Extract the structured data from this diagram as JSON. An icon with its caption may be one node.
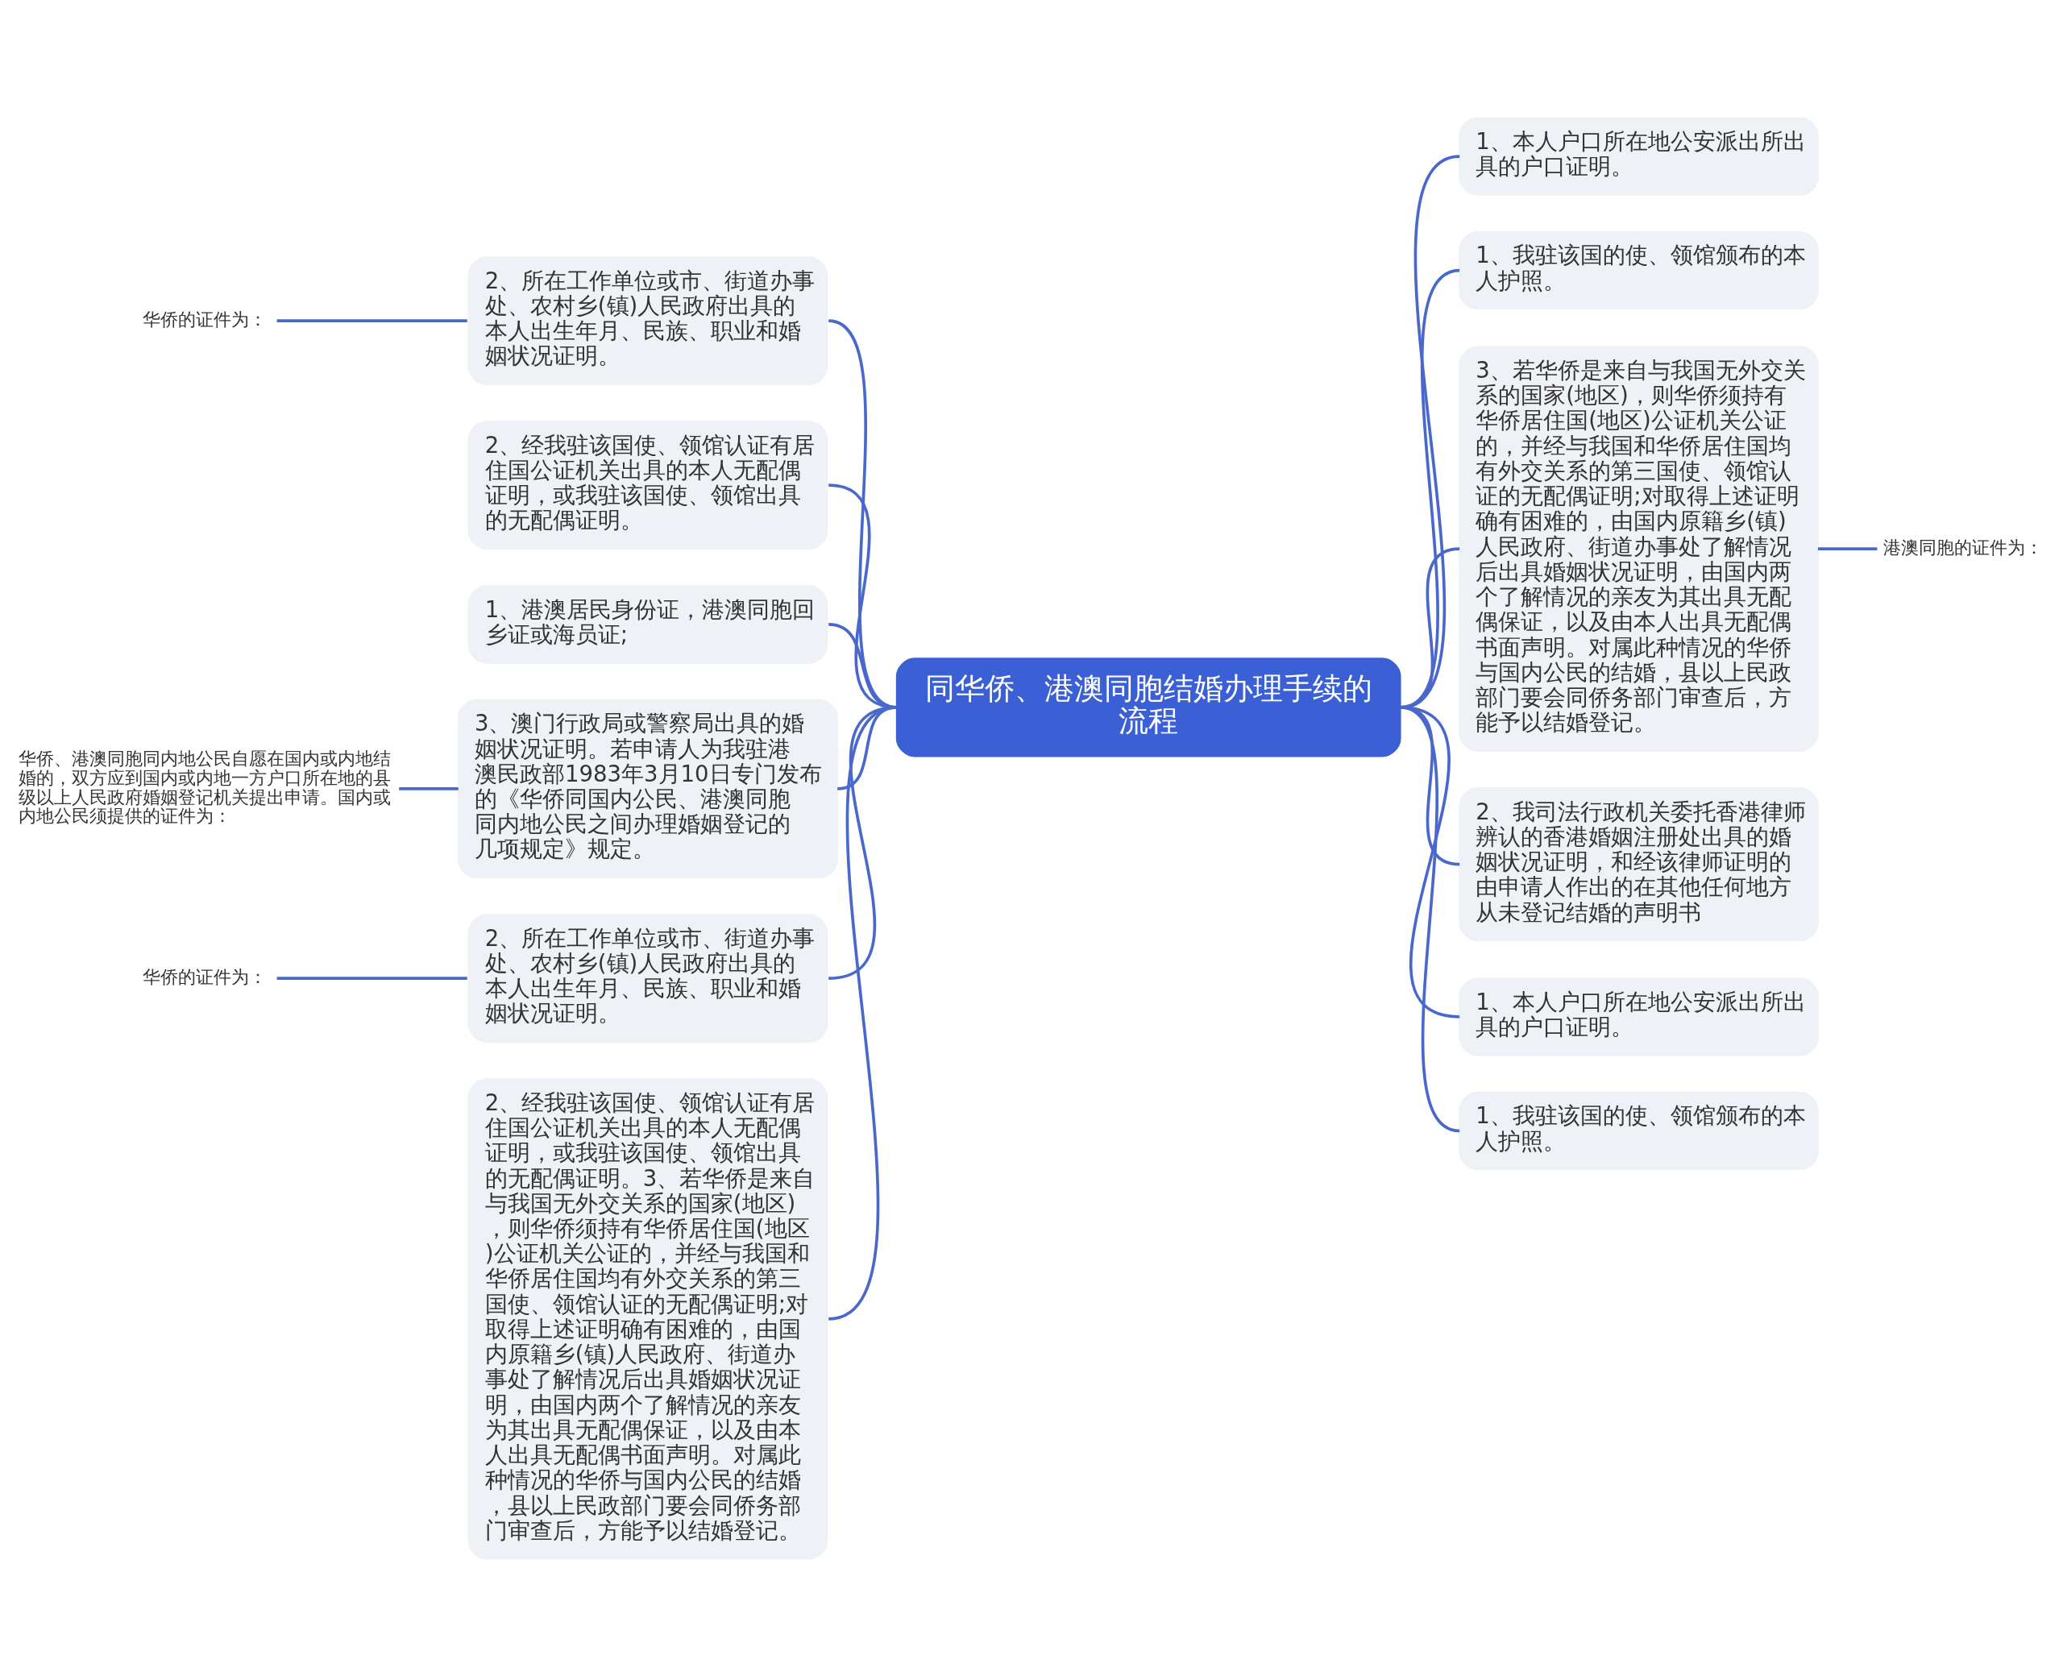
{
  "diagram": {
    "nodes": [
      {
        "text": [
          "同华侨、港澳同胞结婚办理手续的流程"
        ]
      },
      {
        "text": [
          "2、所在工作单位或市、街道办事处、农村乡(镇)人民政府出具的本人出生年月、民族、职业和婚姻状况证明。"
        ]
      },
      {
        "text": [
          "2、经我驻该国使、领馆认证有居住国公证机关出具的本人无配偶证明，或我驻该国使、领馆出具的无配偶证明。"
        ]
      },
      {
        "text": [
          "1、港澳居民身份证，港澳同胞回乡证或海员证;"
        ]
      },
      {
        "text": [
          "3、澳门行政局或警察局出具的婚姻状况证明。若申请人为我驻港澳民政部1983年3月10日专门发布的《华侨同国内公民、港澳同胞同内地公民之间办理婚姻登记的几项规定》规定。"
        ]
      },
      {
        "text": [
          "2、所在工作单位或市、街道办事处、农村乡(镇)人民政府出具的本人出生年月、民族、职业和婚姻状况证明。"
        ]
      },
      {
        "text": [
          "2、经我驻该国使、领馆认证有居住国公证机关出具的本人无配偶证明，或我驻该国使、领馆出具的无配偶证明。3、若华侨是来自与我国无外交关系的国家(地区)，则华侨须持有华侨居住国(地区)公证机关公证的，并经与我国和华侨居住国均有外交关系的第三国使、领馆认证的无配偶证明;对取得上述证明确有困难的，由国内原籍乡(镇)人民政府、街道办事处了解情况后出具婚姻状况证明，由国内两个了解情况的亲友为其出具无配偶保证，以及由本人出具无配偶书面声明。对属此种情况的华侨与国内公民的结婚，县以上民政部门要会同侨务部门审查后，方能予以结婚登记。"
        ]
      },
      {
        "text": [
          "华侨的证件为："
        ]
      },
      {
        "text": [
          "华侨、港澳同胞同内地公民自愿在国内或内地结婚的，双方应到国内或内地一方户口所在地的县级以上人民政府婚姻登记机关提出申请。国内或内地公民须提供的证件为："
        ]
      },
      {
        "text": [
          "华侨的证件为："
        ]
      },
      {
        "text": [
          "1、本人户口所在地公安派出所出具的户口证明。"
        ]
      },
      {
        "text": [
          "1、我驻该国的使、领馆颁布的本人护照。"
        ]
      },
      {
        "text": [
          "3、若华侨是来自与我国无外交关系的国家(地区)，则华侨须持有华侨居住国(地区)公证机关公证的，并经与我国和华侨居住国均有外交关系的第三国使、领馆认证的无配偶证明;对取得上述证明确有困难的，由国内原籍乡(镇)人民政府、街道办事处了解情况后出具婚姻状况证明，由国内两个了解情况的亲友为其出具无配偶保证，以及由本人出具无配偶书面声明。对属此种情况的华侨与国内公民的结婚，县以上民政部门要会同侨务部门审查后，方能予以结婚登记。"
        ]
      },
      {
        "text": [
          "2、我司法行政机关委托香港律师辨认的香港婚姻注册处出具的婚姻状况证明，和经该律师证明的由申请人作出的在其他任何地方从未登记结婚的声明书"
        ]
      },
      {
        "text": [
          "1、本人户口所在地公安派出所出具的户口证明。"
        ]
      },
      {
        "text": [
          "1、我驻该国的使、领馆颁布的本人护照。"
        ]
      },
      {
        "text": [
          "港澳同胞的证件为："
        ]
      }
    ],
    "edges": [
      {
        "from": 0,
        "to": 1,
        "arrow": "none"
      },
      {
        "from": 0,
        "to": 2,
        "arrow": "none"
      },
      {
        "from": 0,
        "to": 3,
        "arrow": "none"
      },
      {
        "from": 0,
        "to": 4,
        "arrow": "none"
      },
      {
        "from": 0,
        "to": 5,
        "arrow": "none"
      },
      {
        "from": 0,
        "to": 6,
        "arrow": "none"
      },
      {
        "from": 1,
        "to": 7,
        "arrow": "none"
      },
      {
        "from": 4,
        "to": 8,
        "arrow": "none"
      },
      {
        "from": 5,
        "to": 9,
        "arrow": "none"
      },
      {
        "from": 0,
        "to": 10,
        "arrow": "none"
      },
      {
        "from": 0,
        "to": 11,
        "arrow": "none"
      },
      {
        "from": 0,
        "to": 12,
        "arrow": "none"
      },
      {
        "from": 0,
        "to": 13,
        "arrow": "none"
      },
      {
        "from": 0,
        "to": 14,
        "arrow": "none"
      },
      {
        "from": 0,
        "to": 15,
        "arrow": "none"
      },
      {
        "from": 12,
        "to": 16,
        "arrow": "none"
      }
    ]
  }
}
